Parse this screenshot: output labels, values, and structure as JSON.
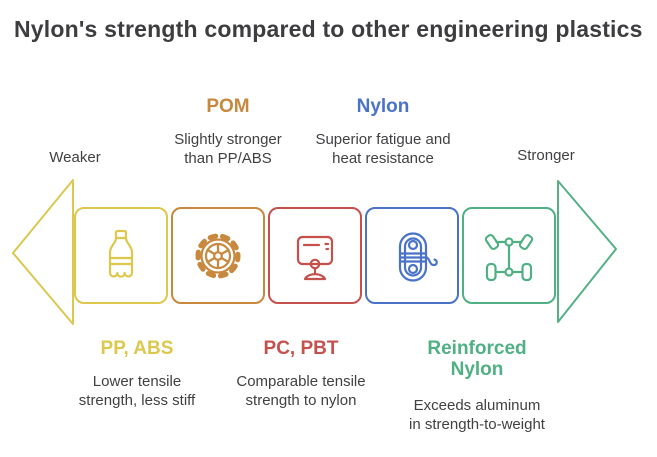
{
  "title": "Nylon's strength compared to other engineering plastics",
  "title_color": "#3d3d3f",
  "scale": {
    "left_label": "Weaker",
    "right_label": "Stronger",
    "left_arrow_color": "#dcc84f",
    "right_arrow_color": "#55b185"
  },
  "items": [
    {
      "name": "PP, ABS",
      "color": "#ddc84d",
      "icon": "bottle-icon",
      "label_side": "below",
      "description_lines": [
        "Lower tensile",
        "strength, less stiff"
      ]
    },
    {
      "name": "POM",
      "color": "#c8883e",
      "icon": "gear-icon",
      "label_side": "above",
      "description_lines": [
        "Slightly stronger",
        "than PP/ABS"
      ]
    },
    {
      "name": "PC, PBT",
      "color": "#c5514c",
      "icon": "monitor-icon",
      "label_side": "below",
      "description_lines": [
        "Comparable tensile",
        "strength to nylon"
      ]
    },
    {
      "name": "Nylon",
      "color": "#4a73c8",
      "icon": "rope-icon",
      "label_side": "above",
      "description_lines": [
        "Superior fatigue and",
        "heat resistance"
      ]
    },
    {
      "name": "Reinforced Nylon",
      "color": "#4fb083",
      "icon": "chassis-icon",
      "label_side": "below",
      "description_lines": [
        "Exceeds aluminum",
        "in strength-to-weight"
      ]
    }
  ]
}
